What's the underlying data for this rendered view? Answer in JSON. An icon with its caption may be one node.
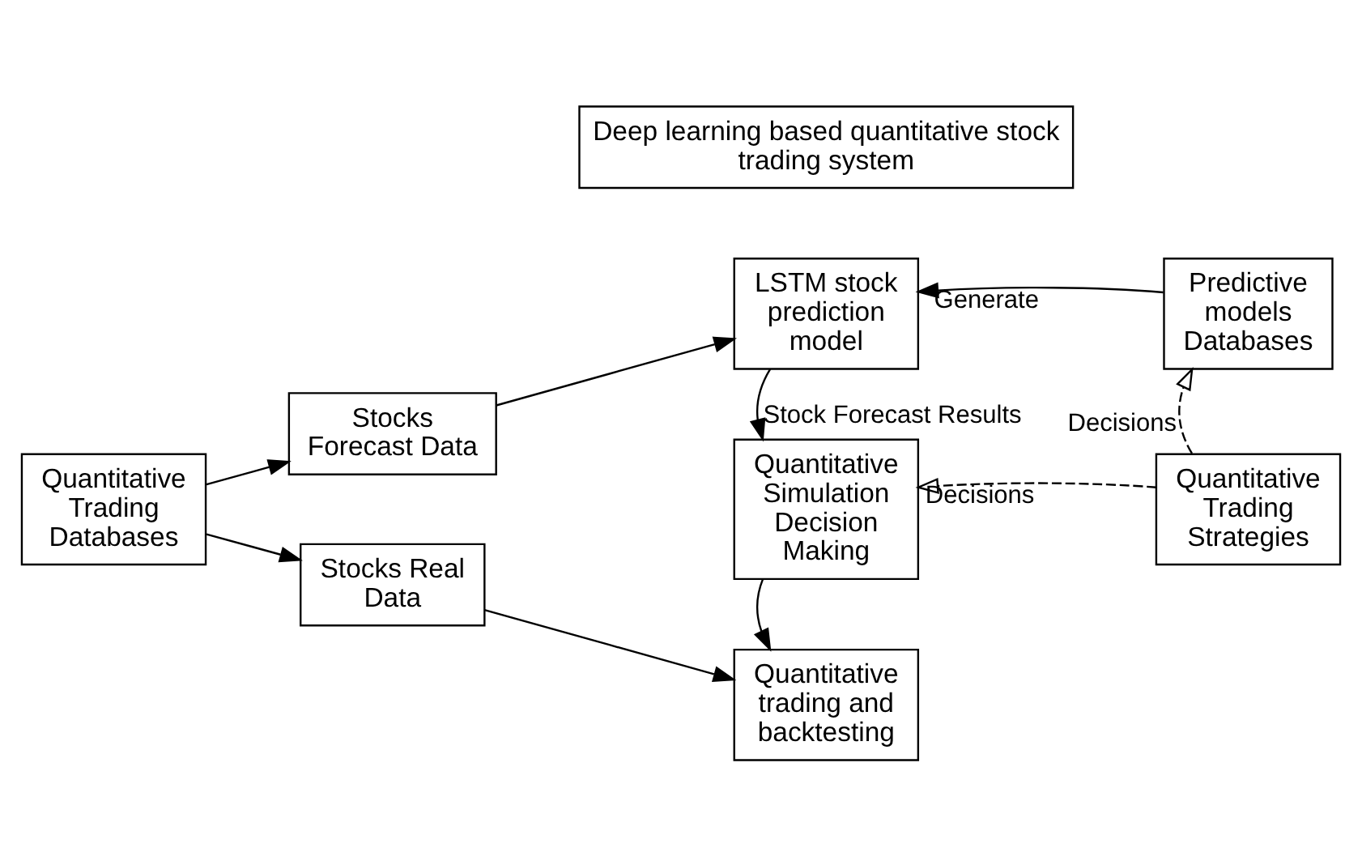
{
  "diagram": {
    "nodes": [
      {
        "text": [
          "Deep learning based quantitative stock trading system"
        ]
      },
      {
        "text": [
          "Quantitative Trading Databases"
        ]
      },
      {
        "text": [
          "Stocks Forecast Data"
        ]
      },
      {
        "text": [
          "Stocks Real Data"
        ]
      },
      {
        "text": [
          "LSTM stock prediction model"
        ]
      },
      {
        "text": [
          "Predictive models Databases"
        ]
      },
      {
        "text": [
          "Quantitative Simulation Decision Making"
        ]
      },
      {
        "text": [
          "Quantitative Trading Strategies"
        ]
      },
      {
        "text": [
          "Quantitative trading and backtesting"
        ]
      }
    ],
    "edges": [
      {
        "from": 1,
        "to": 2,
        "arrow": "to"
      },
      {
        "from": 1,
        "to": 3,
        "arrow": "to"
      },
      {
        "from": 2,
        "to": 4,
        "arrow": "to"
      },
      {
        "from": 5,
        "to": 4,
        "arrow": "to",
        "label": "Generate"
      },
      {
        "from": 4,
        "to": 6,
        "arrow": "to",
        "label": "Stock Forecast Results"
      },
      {
        "from": 7,
        "to": 5,
        "arrow": "to",
        "label": "Decisions",
        "style": "dashed"
      },
      {
        "from": 7,
        "to": 6,
        "arrow": "to",
        "label": "Decisions",
        "style": "dashed"
      },
      {
        "from": 6,
        "to": 8,
        "arrow": "to"
      },
      {
        "from": 3,
        "to": 8,
        "arrow": "to"
      }
    ]
  }
}
